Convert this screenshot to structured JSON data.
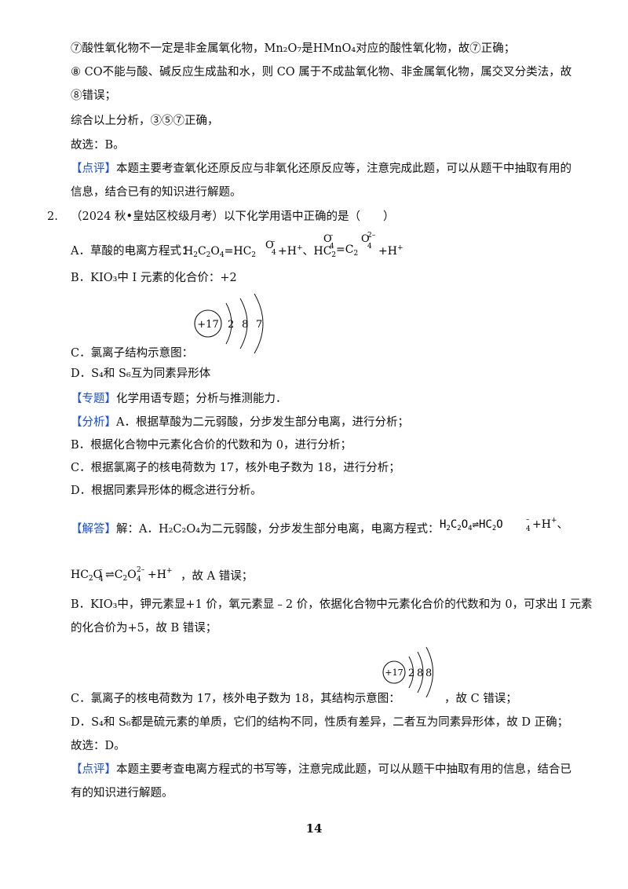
{
  "prev": {
    "l7": "⑦酸性氧化物不一定是非金属氧化物，Mn₂O₇是HMnO₄对应的酸性氧化物，故⑦正确；",
    "l8a": "⑧ CO不能与酸、碱反应生成盐和水，则 CO 属于不成盐氧化物、非金属氧化物，属交叉分类法，故",
    "l8b": "⑧错误；",
    "summary": "综合以上分析，③⑤⑦正确，",
    "answer": "故选：B。",
    "comment_tag": "【点评】",
    "comment_a": "本题主要考查氧化还原反应与非氧化还原反应等，注意完成此题，可以从题干中抽取有用的",
    "comment_b": "信息，结合已有的知识进行解题。"
  },
  "q2": {
    "number": "2.",
    "stem": "（2024 秋•皇姑区校级月考）以下化学用语中正确的是（　　）",
    "optA_label": "A．草酸的电离方程式：",
    "optB": "B．KIO₃中 I 元素的化合价：+2",
    "optC": "C．氯离子结构示意图：",
    "optD": "D．S₄和 S₆互为同素异形体",
    "diagram_C": {
      "nucleus": "+17",
      "shells": [
        "2",
        "8",
        "7"
      ]
    },
    "topic_tag": "【专题】",
    "topic": "化学用语专题；分析与推测能力．",
    "analysis_tag": "【分析】",
    "analysis_A": "A．根据草酸为二元弱酸，分步发生部分电离，进行分析；",
    "analysis_B": "B．根据化合物中元素化合价的代数和为 0，进行分析；",
    "analysis_C": "C．根据氯离子的核电荷数为 17，核外电子数为 18，进行分析；",
    "analysis_D": "D．根据同素异形体的概念进行分析。",
    "solution_tag": "【解答】",
    "sol_A1": "解：A．H₂C₂O₄为二元弱酸，分步发生部分电离，电离方程式：",
    "sol_A2": "，故 A 错误；",
    "sol_B1": "B．KIO₃中，钾元素显+1 价，氧元素显﹣2 价，依据化合物中元素化合价的代数和为 0，可求出 I 元素",
    "sol_B2": "的化合价为+5，故 B 错误；",
    "sol_C": "C．氯离子的核电荷数为 17，核外电子数为 18，其结构示意图：",
    "sol_C_end": "，故 C 错误；",
    "diagram_sol": {
      "nucleus": "+17",
      "shells": [
        "2",
        "8",
        "8"
      ]
    },
    "sol_D": "D．S₄和 S₆都是硫元素的单质，它们的结构不同，性质有差异，二者互为同素异形体，故 D 正确；",
    "answer": "故选：D。",
    "comment_tag": "【点评】",
    "comment_a": "本题主要考查电离方程式的书写等，注意完成此题，可以从题干中抽取有用的信息，结合已",
    "comment_b": "有的知识进行解题。"
  },
  "page_number": "14"
}
